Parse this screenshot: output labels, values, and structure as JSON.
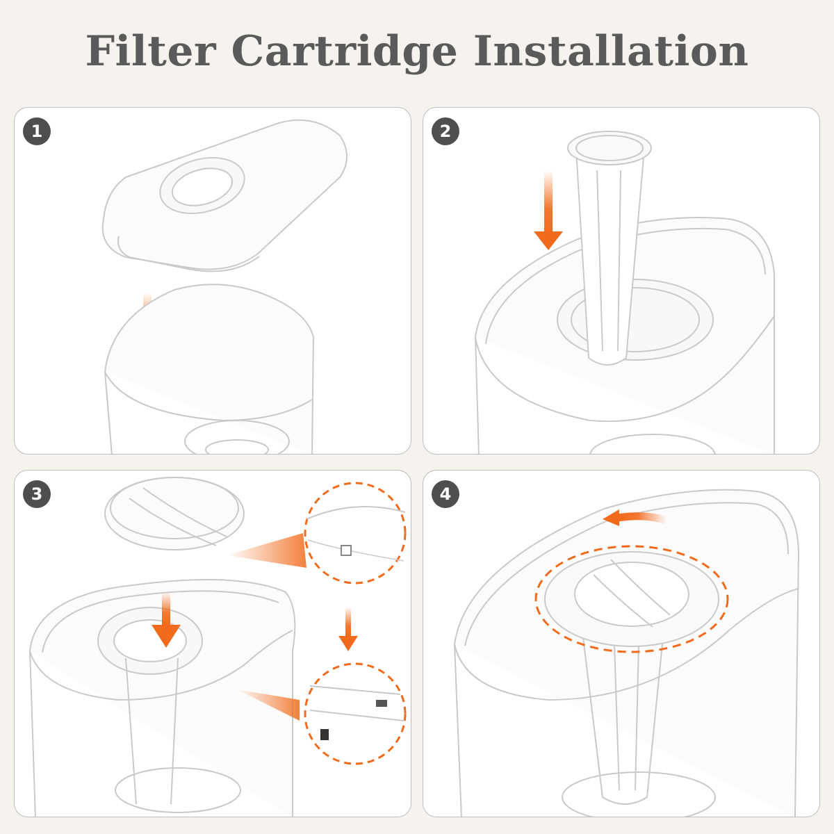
{
  "title": "Filter Cartridge Installation",
  "colors": {
    "accent": "#f26a1b",
    "badge": "#4e4e4e",
    "outline": "#c9c9c9",
    "title": "#5a5a5a"
  },
  "steps": [
    {
      "number": "1"
    },
    {
      "number": "2"
    },
    {
      "number": "3"
    },
    {
      "number": "4"
    }
  ]
}
